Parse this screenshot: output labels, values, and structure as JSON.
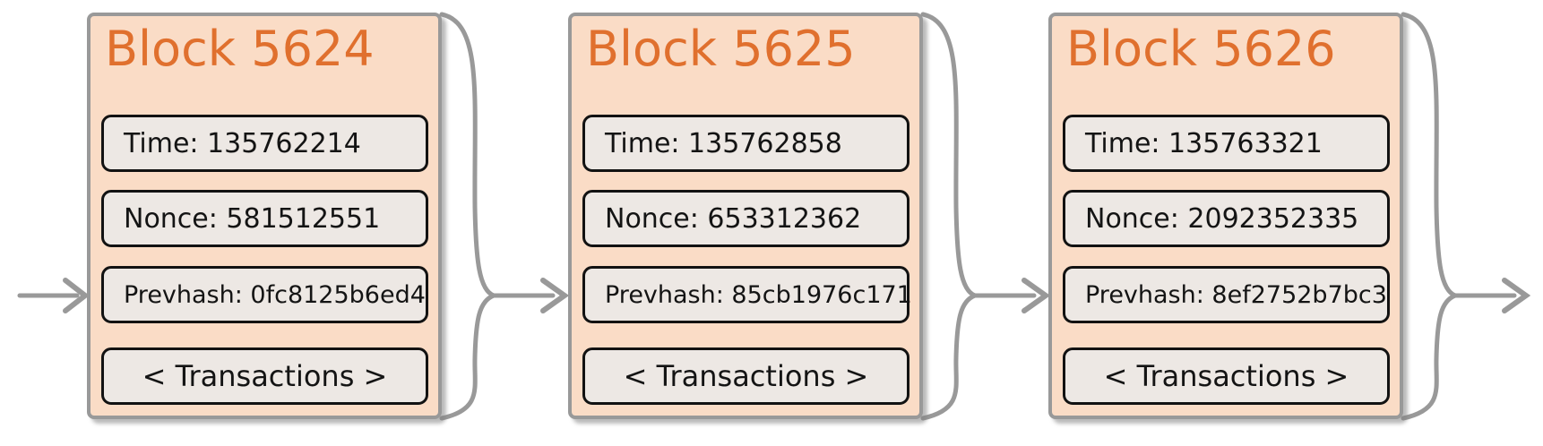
{
  "diagram": {
    "type": "blockchain-chain",
    "blocks": [
      {
        "title": "Block 5624",
        "fields": [
          {
            "name": "time",
            "text": "Time: 135762214"
          },
          {
            "name": "nonce",
            "text": "Nonce: 581512551"
          },
          {
            "name": "prevhash",
            "text": "Prevhash: 0fc8125b6ed4"
          }
        ],
        "transactions": "< Transactions >"
      },
      {
        "title": "Block 5625",
        "fields": [
          {
            "name": "time",
            "text": "Time: 135762858"
          },
          {
            "name": "nonce",
            "text": "Nonce: 653312362"
          },
          {
            "name": "prevhash",
            "text": "Prevhash: 85cb1976c171"
          }
        ],
        "transactions": "< Transactions >"
      },
      {
        "title": "Block 5626",
        "fields": [
          {
            "name": "time",
            "text": "Time: 135763321"
          },
          {
            "name": "nonce",
            "text": "Nonce: 2092352335"
          },
          {
            "name": "prevhash",
            "text": "Prevhash: 8ef2752b7bc3"
          }
        ],
        "transactions": "< Transactions >"
      }
    ],
    "connectors": {
      "input": "arrow-right-icon",
      "link_1": "brace-merge-arrow-icon",
      "link_2": "brace-merge-arrow-icon",
      "output": "brace-merge-arrow-icon"
    },
    "colors": {
      "block_fill": "#FADCC6",
      "block_border": "#999999",
      "title": "#E0702E",
      "field_fill": "#EDE8E4",
      "field_border": "#121212",
      "text": "#141414",
      "connector": "#999999"
    }
  }
}
